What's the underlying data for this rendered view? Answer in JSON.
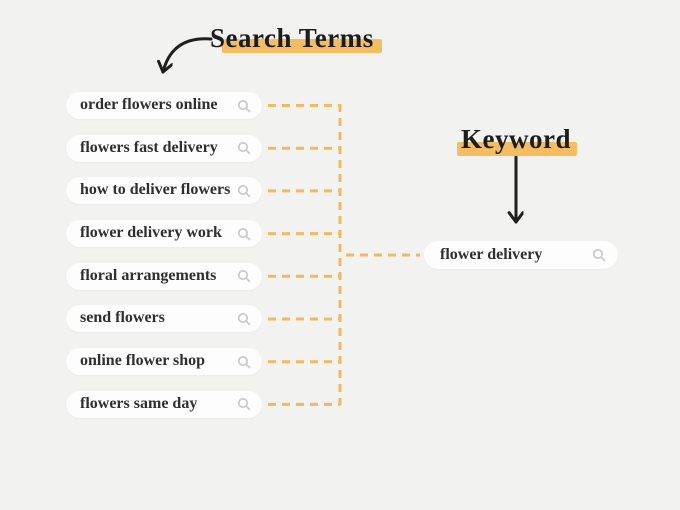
{
  "titles": {
    "search_terms": "Search Terms",
    "keyword": "Keyword"
  },
  "search_terms": [
    "order flowers online",
    "flowers fast delivery",
    "how to deliver flowers",
    "flower delivery work",
    "floral arrangements",
    "send flowers",
    "online flower shop",
    "flowers same day"
  ],
  "keyword": "flower delivery",
  "icons": {
    "pill_icon": "search-icon",
    "arrows": [
      "curved-arrow-icon",
      "down-arrow-icon"
    ]
  },
  "colors": {
    "background": "#f2f2f0",
    "pill_background": "#fdfdfd",
    "pill_text": "#2f2f2f",
    "title_text": "#1d1d1b",
    "highlight": "#f4bd62",
    "dashed_connector": "#f5b861",
    "arrow": "#1f1f1f",
    "search_icon": "#c9c9c9"
  }
}
